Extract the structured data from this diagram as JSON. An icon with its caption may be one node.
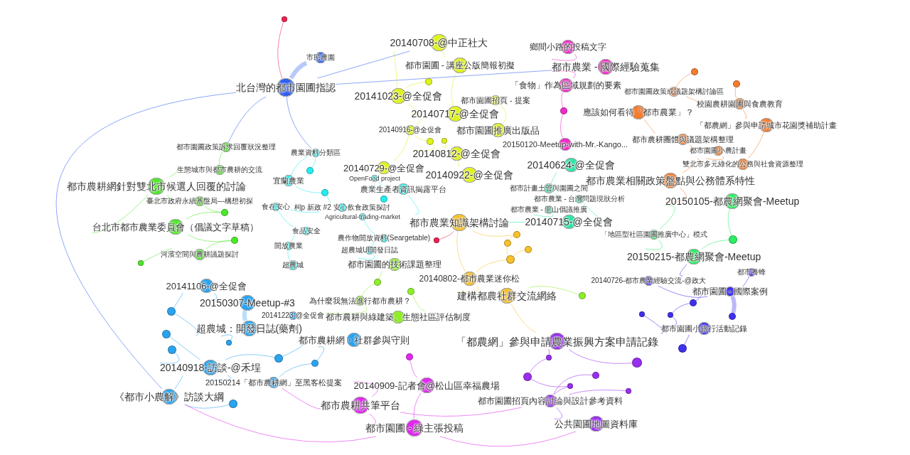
{
  "diagram": {
    "nodes": [
      {
        "text": [],
        "shape": "circle"
      },
      {
        "text": [
          "20140708-@中正社大"
        ]
      },
      {
        "text": [
          "鄉間小路的投稿文字"
        ]
      },
      {
        "text": [
          "市民農園"
        ]
      },
      {
        "text": [
          "都市農業 - 國際經驗蒐集"
        ]
      },
      {
        "text": [
          "都市園圃 - 講座公版簡報初擬"
        ]
      },
      {
        "text": [],
        "shape": "circle"
      },
      {
        "text": [
          "北台灣的都市園圃指認"
        ]
      },
      {
        "text": [],
        "shape": "circle"
      },
      {
        "text": [
          "「食物」作為區域規劃的要素"
        ]
      },
      {
        "text": [],
        "shape": "circle"
      },
      {
        "text": [
          "都市園圃政策或議題架構討論區"
        ]
      },
      {
        "text": [
          "20141023-@全促會"
        ]
      },
      {
        "text": [
          "都市園圃招頁 - 提案"
        ]
      },
      {
        "text": [
          "校園農耕園圃與食農教育"
        ]
      },
      {
        "text": [
          "應該如何看待「都市農業」？"
        ]
      },
      {
        "text": [],
        "shape": "circle"
      },
      {
        "text": [
          "20140717-@全促會"
        ]
      },
      {
        "text": [
          "「都農網」參與申請城市花園獎補助計畫"
        ]
      },
      {
        "text": [
          "都市園圃推廣出版品"
        ]
      },
      {
        "text": [
          "20140916-@全促會"
        ]
      },
      {
        "text": [
          "都市農耕團體與議題架構整理"
        ]
      },
      {
        "text": [],
        "shape": "circle"
      },
      {
        "text": [
          "20150120-Meetup-with-Mr.-Kango..."
        ]
      },
      {
        "text": [],
        "shape": "circle"
      },
      {
        "text": [
          "都市園圃小農計畫"
        ]
      },
      {
        "text": [
          "20140812-@全促會"
        ]
      },
      {
        "text": [
          "都市園圃政策訴求回覆狀況整理"
        ]
      },
      {
        "text": [
          "農業資料分類區"
        ]
      },
      {
        "text": [
          "20140729-@全促會"
        ]
      },
      {
        "text": [
          "雙北市多元綠化的公務與社會資源整理"
        ]
      },
      {
        "text": [
          "20140624-@全促會"
        ]
      },
      {
        "text": [
          "20140922-@全促會"
        ]
      },
      {
        "text": [
          "生態城市與都市農耕的交流"
        ]
      },
      {
        "text": [],
        "shape": "circle"
      },
      {
        "text": [
          "都市農業相關政策盤點與公務體系特性"
        ]
      },
      {
        "text": [
          "OpenFood project"
        ]
      },
      {
        "text": [
          "宜蘭農業"
        ]
      },
      {
        "text": [
          "都市計畫土管與園圃之間"
        ]
      },
      {
        "text": [
          "都市農耕網針對雙北市候選人回覆的討論"
        ]
      },
      {
        "text": [
          "農業生產者資訊揭露平台"
        ]
      },
      {
        "text": [
          "都市農業 - 台灣問題現狀分析"
        ]
      },
      {
        "text": [
          "20150105-都農網聚會-Meetup"
        ]
      },
      {
        "text": [],
        "shape": "circle"
      },
      {
        "text": [],
        "shape": "circle"
      },
      {
        "text": [
          "臺北市政府永續基盤局---構想初探"
        ]
      },
      {
        "text": [
          "都市農業 - 里山倡議推廣"
        ]
      },
      {
        "text": [
          "食在安心"
        ]
      },
      {
        "text": [
          "柯p 新政 #2 安心飲食政策探討"
        ]
      },
      {
        "text": [],
        "shape": "circle"
      },
      {
        "text": [
          "Agricultural-trading-market"
        ]
      },
      {
        "text": [
          "都市農業知識架構討論"
        ]
      },
      {
        "text": [
          "20140715-@全促會"
        ]
      },
      {
        "text": [
          "台北市都市農業委員會（倡議文字草稿）"
        ]
      },
      {
        "text": [
          "「地區型社區園圃推廣中心」模式"
        ]
      },
      {
        "text": [
          "食品安全"
        ]
      },
      {
        "text": [],
        "shape": "circle"
      },
      {
        "text": [],
        "shape": "circle"
      },
      {
        "text": [],
        "shape": "circle"
      },
      {
        "text": [
          "農作物開放資料(Seargetable)"
        ]
      },
      {
        "text": [],
        "shape": "circle"
      },
      {
        "text": [],
        "shape": "circle"
      },
      {
        "text": [
          "開放農業"
        ]
      },
      {
        "text": [],
        "shape": "circle"
      },
      {
        "text": [
          "超農城UI開發日誌"
        ]
      },
      {
        "text": [
          "河濱空間與農耕議題探討"
        ]
      },
      {
        "text": [
          "20150215-都農網聚會-Meetup"
        ]
      },
      {
        "text": [],
        "shape": "circle"
      },
      {
        "text": [
          "都市園圃的技術課題整理"
        ]
      },
      {
        "text": [],
        "shape": "circle"
      },
      {
        "text": [
          "超農城"
        ]
      },
      {
        "text": [
          "20140802-都市農業迷你松"
        ]
      },
      {
        "text": [
          "都市養蜂"
        ]
      },
      {
        "text": [
          "20140726-都市農業經驗交流-@政大"
        ]
      },
      {
        "text": [],
        "shape": "circle"
      },
      {
        "text": [
          "20141106-@全促會"
        ]
      },
      {
        "text": [
          "都市園圃 - 國際案例"
        ]
      },
      {
        "text": [],
        "shape": "circle"
      },
      {
        "text": [
          "建構都農社群交流網絡"
        ]
      },
      {
        "text": [],
        "shape": "circle"
      },
      {
        "text": [
          "20150307-Meetup-#3"
        ]
      },
      {
        "text": [
          "為什麼我無法進行都市農耕？"
        ]
      },
      {
        "text": [],
        "shape": "circle"
      },
      {
        "text": [],
        "shape": "circle"
      },
      {
        "text": [
          "20141223-@全促會"
        ]
      },
      {
        "text": [],
        "shape": "circle"
      },
      {
        "text": [],
        "shape": "circle"
      },
      {
        "text": [
          "都市農耕與綠建築、生態社區評估制度"
        ]
      },
      {
        "text": [],
        "shape": "circle"
      },
      {
        "text": [
          "超農城：開發日誌(藥劑)"
        ]
      },
      {
        "text": [
          "都市園圃小旅行活動記錄"
        ]
      },
      {
        "text": [],
        "shape": "circle"
      },
      {
        "text": [
          "都市農耕網・社群參與守則"
        ]
      },
      {
        "text": [],
        "shape": "circle"
      },
      {
        "text": [
          "「都農網」參與申請農業振興方案申請記錄"
        ]
      },
      {
        "text": [],
        "shape": "circle"
      },
      {
        "text": [],
        "shape": "circle"
      },
      {
        "text": [],
        "shape": "circle"
      },
      {
        "text": [],
        "shape": "circle"
      },
      {
        "text": [],
        "shape": "circle"
      },
      {
        "text": [],
        "shape": "circle"
      },
      {
        "text": [
          "20140918-訪談-@禾埕"
        ]
      },
      {
        "text": [],
        "shape": "circle"
      },
      {
        "text": [
          "20150214「都市農耕網」至黑客松提案"
        ]
      },
      {
        "text": [],
        "shape": "circle"
      },
      {
        "text": [],
        "shape": "circle"
      },
      {
        "text": [
          "20140909-記者會@松山區幸福農場"
        ]
      },
      {
        "text": [],
        "shape": "circle"
      },
      {
        "text": [
          "《都市小農解》訪談大綱"
        ]
      },
      {
        "text": [],
        "shape": "circle"
      },
      {
        "text": [
          "都市園圃招頁內容討論與設計參考資料"
        ]
      },
      {
        "text": [
          "都市農耕共筆平台"
        ]
      },
      {
        "text": [],
        "shape": "circle"
      },
      {
        "text": [
          "公共園圃地圖資料庫"
        ]
      },
      {
        "text": [
          "都市園圃 - 綠主張投稿"
        ]
      }
    ],
    "edges": [
      {
        "from": 1,
        "to": 5,
        "arrow": "none",
        "color": "#def21c"
      },
      {
        "from": 5,
        "to": 17,
        "arrow": "none",
        "color": "#def21c"
      },
      {
        "from": 12,
        "to": 17,
        "arrow": "none",
        "color": "#def21c"
      },
      {
        "from": 17,
        "to": 20,
        "arrow": "none",
        "color": "#def21c"
      },
      {
        "from": 20,
        "to": 24,
        "arrow": "none",
        "color": "#def21c"
      },
      {
        "from": 24,
        "to": 26,
        "arrow": "none",
        "color": "#def21c"
      },
      {
        "from": 22,
        "to": 26,
        "arrow": "none",
        "color": "#def21c"
      },
      {
        "from": 29,
        "to": 20,
        "arrow": "none",
        "color": "#def21c"
      },
      {
        "from": 26,
        "to": 32,
        "arrow": "none",
        "color": "#def21c"
      },
      {
        "from": 1,
        "to": 12,
        "arrow": "none",
        "color": "#def21c"
      },
      {
        "from": 8,
        "to": 12,
        "arrow": "none",
        "color": "#def21c"
      },
      {
        "from": 13,
        "to": 19,
        "arrow": "none",
        "color": "#def21c"
      },
      {
        "from": 2,
        "to": 4,
        "arrow": "none",
        "color": "#f02ac8"
      },
      {
        "from": 4,
        "to": 9,
        "arrow": "none",
        "color": "#f02ac8"
      },
      {
        "from": 9,
        "to": 16,
        "arrow": "none",
        "color": "#f02ac8"
      },
      {
        "from": 16,
        "to": 23,
        "arrow": "none",
        "color": "#f02ac8"
      },
      {
        "from": 6,
        "to": 11,
        "arrow": "none",
        "color": "#f57c2e"
      },
      {
        "from": 11,
        "to": 14,
        "arrow": "none",
        "color": "#f57c2e"
      },
      {
        "from": 10,
        "to": 14,
        "arrow": "none",
        "color": "#f57c2e"
      },
      {
        "from": 14,
        "to": 18,
        "arrow": "none",
        "color": "#f57c2e"
      },
      {
        "from": 15,
        "to": 21,
        "arrow": "none",
        "color": "#f57c2e"
      },
      {
        "from": 21,
        "to": 25,
        "arrow": "none",
        "color": "#f57c2e"
      },
      {
        "from": 25,
        "to": 30,
        "arrow": "none",
        "color": "#f57c2e"
      },
      {
        "from": 30,
        "to": 35,
        "arrow": "none",
        "color": "#f57c2e"
      },
      {
        "from": 18,
        "to": 30,
        "arrow": "none",
        "color": "#f57c2e"
      },
      {
        "from": 35,
        "to": 42,
        "arrow": "none",
        "color": "#f57c2e"
      },
      {
        "from": 3,
        "to": 7,
        "arrow": "none",
        "style": "thick",
        "color": "#3060f0"
      },
      {
        "from": 7,
        "to": 27,
        "arrow": "none",
        "color": "#3060f0"
      },
      {
        "from": 7,
        "to": 28,
        "arrow": "none",
        "color": "#3060f0"
      },
      {
        "from": 7,
        "to": 1,
        "arrow": "none",
        "color": "#3060f0"
      },
      {
        "from": 7,
        "to": 108,
        "arrow": "none",
        "color": "#3060f0"
      },
      {
        "from": 7,
        "to": 4,
        "arrow": "none",
        "color": "#3060f0"
      },
      {
        "from": 0,
        "to": 7,
        "arrow": "none",
        "color": "#ee2250"
      },
      {
        "from": 60,
        "to": 51,
        "arrow": "none",
        "color": "#ee2250"
      },
      {
        "from": 27,
        "to": 33,
        "arrow": "none",
        "color": "#4ee82a"
      },
      {
        "from": 33,
        "to": 39,
        "arrow": "none",
        "color": "#4ee82a"
      },
      {
        "from": 39,
        "to": 45,
        "arrow": "none",
        "color": "#4ee82a"
      },
      {
        "from": 45,
        "to": 49,
        "arrow": "none",
        "color": "#4ee82a"
      },
      {
        "from": 49,
        "to": 53,
        "arrow": "none",
        "color": "#4ee82a"
      },
      {
        "from": 53,
        "to": 56,
        "arrow": "none",
        "color": "#4ee82a"
      },
      {
        "from": 56,
        "to": 65,
        "arrow": "none",
        "color": "#4ee82a"
      },
      {
        "from": 65,
        "to": 69,
        "arrow": "none",
        "color": "#4ee82a"
      },
      {
        "from": 53,
        "to": 39,
        "arrow": "none",
        "color": "#4ee82a"
      },
      {
        "from": 28,
        "to": 37,
        "arrow": "none",
        "color": "#22eef0"
      },
      {
        "from": 34,
        "to": 28,
        "arrow": "none",
        "color": "#22eef0"
      },
      {
        "from": 37,
        "to": 43,
        "arrow": "none",
        "color": "#22eef0"
      },
      {
        "from": 43,
        "to": 48,
        "arrow": "none",
        "color": "#22eef0"
      },
      {
        "from": 36,
        "to": 40,
        "arrow": "none",
        "color": "#22eef0"
      },
      {
        "from": 40,
        "to": 51,
        "arrow": "none",
        "color": "#22eef0"
      },
      {
        "from": 47,
        "to": 48,
        "arrow": "none",
        "color": "#22eef0"
      },
      {
        "from": 50,
        "to": 59,
        "arrow": "none",
        "color": "#22eef0"
      },
      {
        "from": 55,
        "to": 62,
        "arrow": "none",
        "color": "#22eef0"
      },
      {
        "from": 59,
        "to": 64,
        "arrow": "none",
        "color": "#22eef0"
      },
      {
        "from": 62,
        "to": 70,
        "arrow": "none",
        "color": "#22eef0"
      },
      {
        "from": 64,
        "to": 68,
        "arrow": "none",
        "color": "#22eef0"
      },
      {
        "from": 47,
        "to": 55,
        "arrow": "none",
        "color": "#22eef0"
      },
      {
        "from": 31,
        "to": 38,
        "arrow": "none",
        "color": "#2ee6a6"
      },
      {
        "from": 38,
        "to": 41,
        "arrow": "none",
        "color": "#2ee6a6"
      },
      {
        "from": 41,
        "to": 52,
        "arrow": "none",
        "color": "#2ee6a6"
      },
      {
        "from": 46,
        "to": 52,
        "arrow": "none",
        "color": "#2ee6a6"
      },
      {
        "from": 52,
        "to": 51,
        "arrow": "none",
        "color": "#2ee6a6"
      },
      {
        "from": 42,
        "to": 58,
        "arrow": "none",
        "color": "#2cee62"
      },
      {
        "from": 54,
        "to": 66,
        "arrow": "none",
        "color": "#2cee62"
      },
      {
        "from": 58,
        "to": 66,
        "arrow": "none",
        "color": "#2cee62"
      },
      {
        "from": 42,
        "to": 54,
        "arrow": "none",
        "color": "#2cee62"
      },
      {
        "from": 51,
        "to": 57,
        "arrow": "none",
        "color": "#f6c12a"
      },
      {
        "from": 57,
        "to": 61,
        "arrow": "none",
        "color": "#f6c12a"
      },
      {
        "from": 61,
        "to": 67,
        "arrow": "none",
        "color": "#f6c12a"
      },
      {
        "from": 63,
        "to": 67,
        "arrow": "none",
        "color": "#f6c12a"
      },
      {
        "from": 67,
        "to": 71,
        "arrow": "none",
        "color": "#f6c12a"
      },
      {
        "from": 71,
        "to": 78,
        "arrow": "none",
        "color": "#f6c12a"
      },
      {
        "from": 78,
        "to": 94,
        "arrow": "none",
        "color": "#f6c12a"
      },
      {
        "from": 51,
        "to": 71,
        "arrow": "none",
        "color": "#f6c12a"
      },
      {
        "from": 68,
        "to": 74,
        "arrow": "none",
        "color": "#8eee2a"
      },
      {
        "from": 74,
        "to": 81,
        "arrow": "none",
        "color": "#8eee2a"
      },
      {
        "from": 77,
        "to": 87,
        "arrow": "none",
        "color": "#8eee2a"
      },
      {
        "from": 81,
        "to": 87,
        "arrow": "none",
        "color": "#8eee2a"
      },
      {
        "from": 79,
        "to": 78,
        "arrow": "none",
        "color": "#8eee2a"
      },
      {
        "from": 73,
        "to": 76,
        "arrow": "none",
        "color": "#4030ee"
      },
      {
        "from": 76,
        "to": 72,
        "arrow": "none",
        "color": "#4030ee"
      },
      {
        "from": 76,
        "to": 82,
        "arrow": "none",
        "color": "#4030ee"
      },
      {
        "from": 82,
        "to": 86,
        "arrow": "none",
        "color": "#4030ee"
      },
      {
        "from": 86,
        "to": 90,
        "arrow": "none",
        "color": "#4030ee"
      },
      {
        "from": 85,
        "to": 90,
        "arrow": "none",
        "color": "#4030ee"
      },
      {
        "from": 88,
        "to": 76,
        "arrow": "none",
        "style": "thick",
        "color": "#4030ee"
      },
      {
        "from": 90,
        "to": 95,
        "arrow": "none",
        "color": "#4030ee"
      },
      {
        "from": 73,
        "to": 66,
        "arrow": "none",
        "color": "#4030ee"
      },
      {
        "from": 75,
        "to": 80,
        "arrow": "none",
        "color": "#2aa4f0"
      },
      {
        "from": 80,
        "to": 89,
        "arrow": "none",
        "style": "thick",
        "color": "#2aa4f0"
      },
      {
        "from": 83,
        "to": 89,
        "arrow": "none",
        "color": "#2aa4f0"
      },
      {
        "from": 89,
        "to": 93,
        "arrow": "none",
        "color": "#2aa4f0"
      },
      {
        "from": 91,
        "to": 101,
        "arrow": "none",
        "color": "#2aa4f0"
      },
      {
        "from": 96,
        "to": 101,
        "arrow": "none",
        "color": "#2aa4f0"
      },
      {
        "from": 97,
        "to": 101,
        "arrow": "none",
        "color": "#2aa4f0"
      },
      {
        "from": 101,
        "to": 103,
        "arrow": "none",
        "color": "#2aa4f0"
      },
      {
        "from": 101,
        "to": 108,
        "arrow": "none",
        "color": "#2aa4f0"
      },
      {
        "from": 108,
        "to": 112,
        "arrow": "none",
        "color": "#2aa4f0"
      },
      {
        "from": 92,
        "to": 102,
        "arrow": "none",
        "color": "#2aa4f0"
      },
      {
        "from": 102,
        "to": 103,
        "arrow": "none",
        "color": "#2aa4f0"
      },
      {
        "from": 92,
        "to": 97,
        "arrow": "none",
        "color": "#2aa4f0"
      },
      {
        "from": 75,
        "to": 83,
        "arrow": "none",
        "color": "#2aa4f0"
      },
      {
        "from": 103,
        "to": 111,
        "arrow": "none",
        "color": "#e028ee"
      },
      {
        "from": 106,
        "to": 111,
        "arrow": "none",
        "color": "#e028ee"
      },
      {
        "from": 111,
        "to": 114,
        "arrow": "none",
        "color": "#e028ee"
      },
      {
        "from": 98,
        "to": 106,
        "arrow": "none",
        "color": "#e028ee"
      },
      {
        "from": 106,
        "to": 114,
        "arrow": "none",
        "color": "#e028ee"
      },
      {
        "from": 108,
        "to": 114,
        "arrow": "none",
        "color": "#e028ee"
      },
      {
        "from": 111,
        "to": 110,
        "arrow": "none",
        "color": "#e028ee"
      },
      {
        "from": 114,
        "to": 113,
        "arrow": "none",
        "color": "#e028ee"
      },
      {
        "from": 94,
        "to": 99,
        "arrow": "none",
        "color": "#9a2eee"
      },
      {
        "from": 94,
        "to": 100,
        "arrow": "none",
        "color": "#9a2eee"
      },
      {
        "from": 99,
        "to": 104,
        "arrow": "none",
        "color": "#9a2eee"
      },
      {
        "from": 104,
        "to": 107,
        "arrow": "none",
        "color": "#9a2eee"
      },
      {
        "from": 107,
        "to": 110,
        "arrow": "none",
        "color": "#9a2eee"
      },
      {
        "from": 105,
        "to": 110,
        "arrow": "none",
        "color": "#9a2eee"
      },
      {
        "from": 109,
        "to": 110,
        "arrow": "none",
        "color": "#9a2eee"
      },
      {
        "from": 110,
        "to": 113,
        "arrow": "none",
        "color": "#9a2eee"
      }
    ]
  }
}
